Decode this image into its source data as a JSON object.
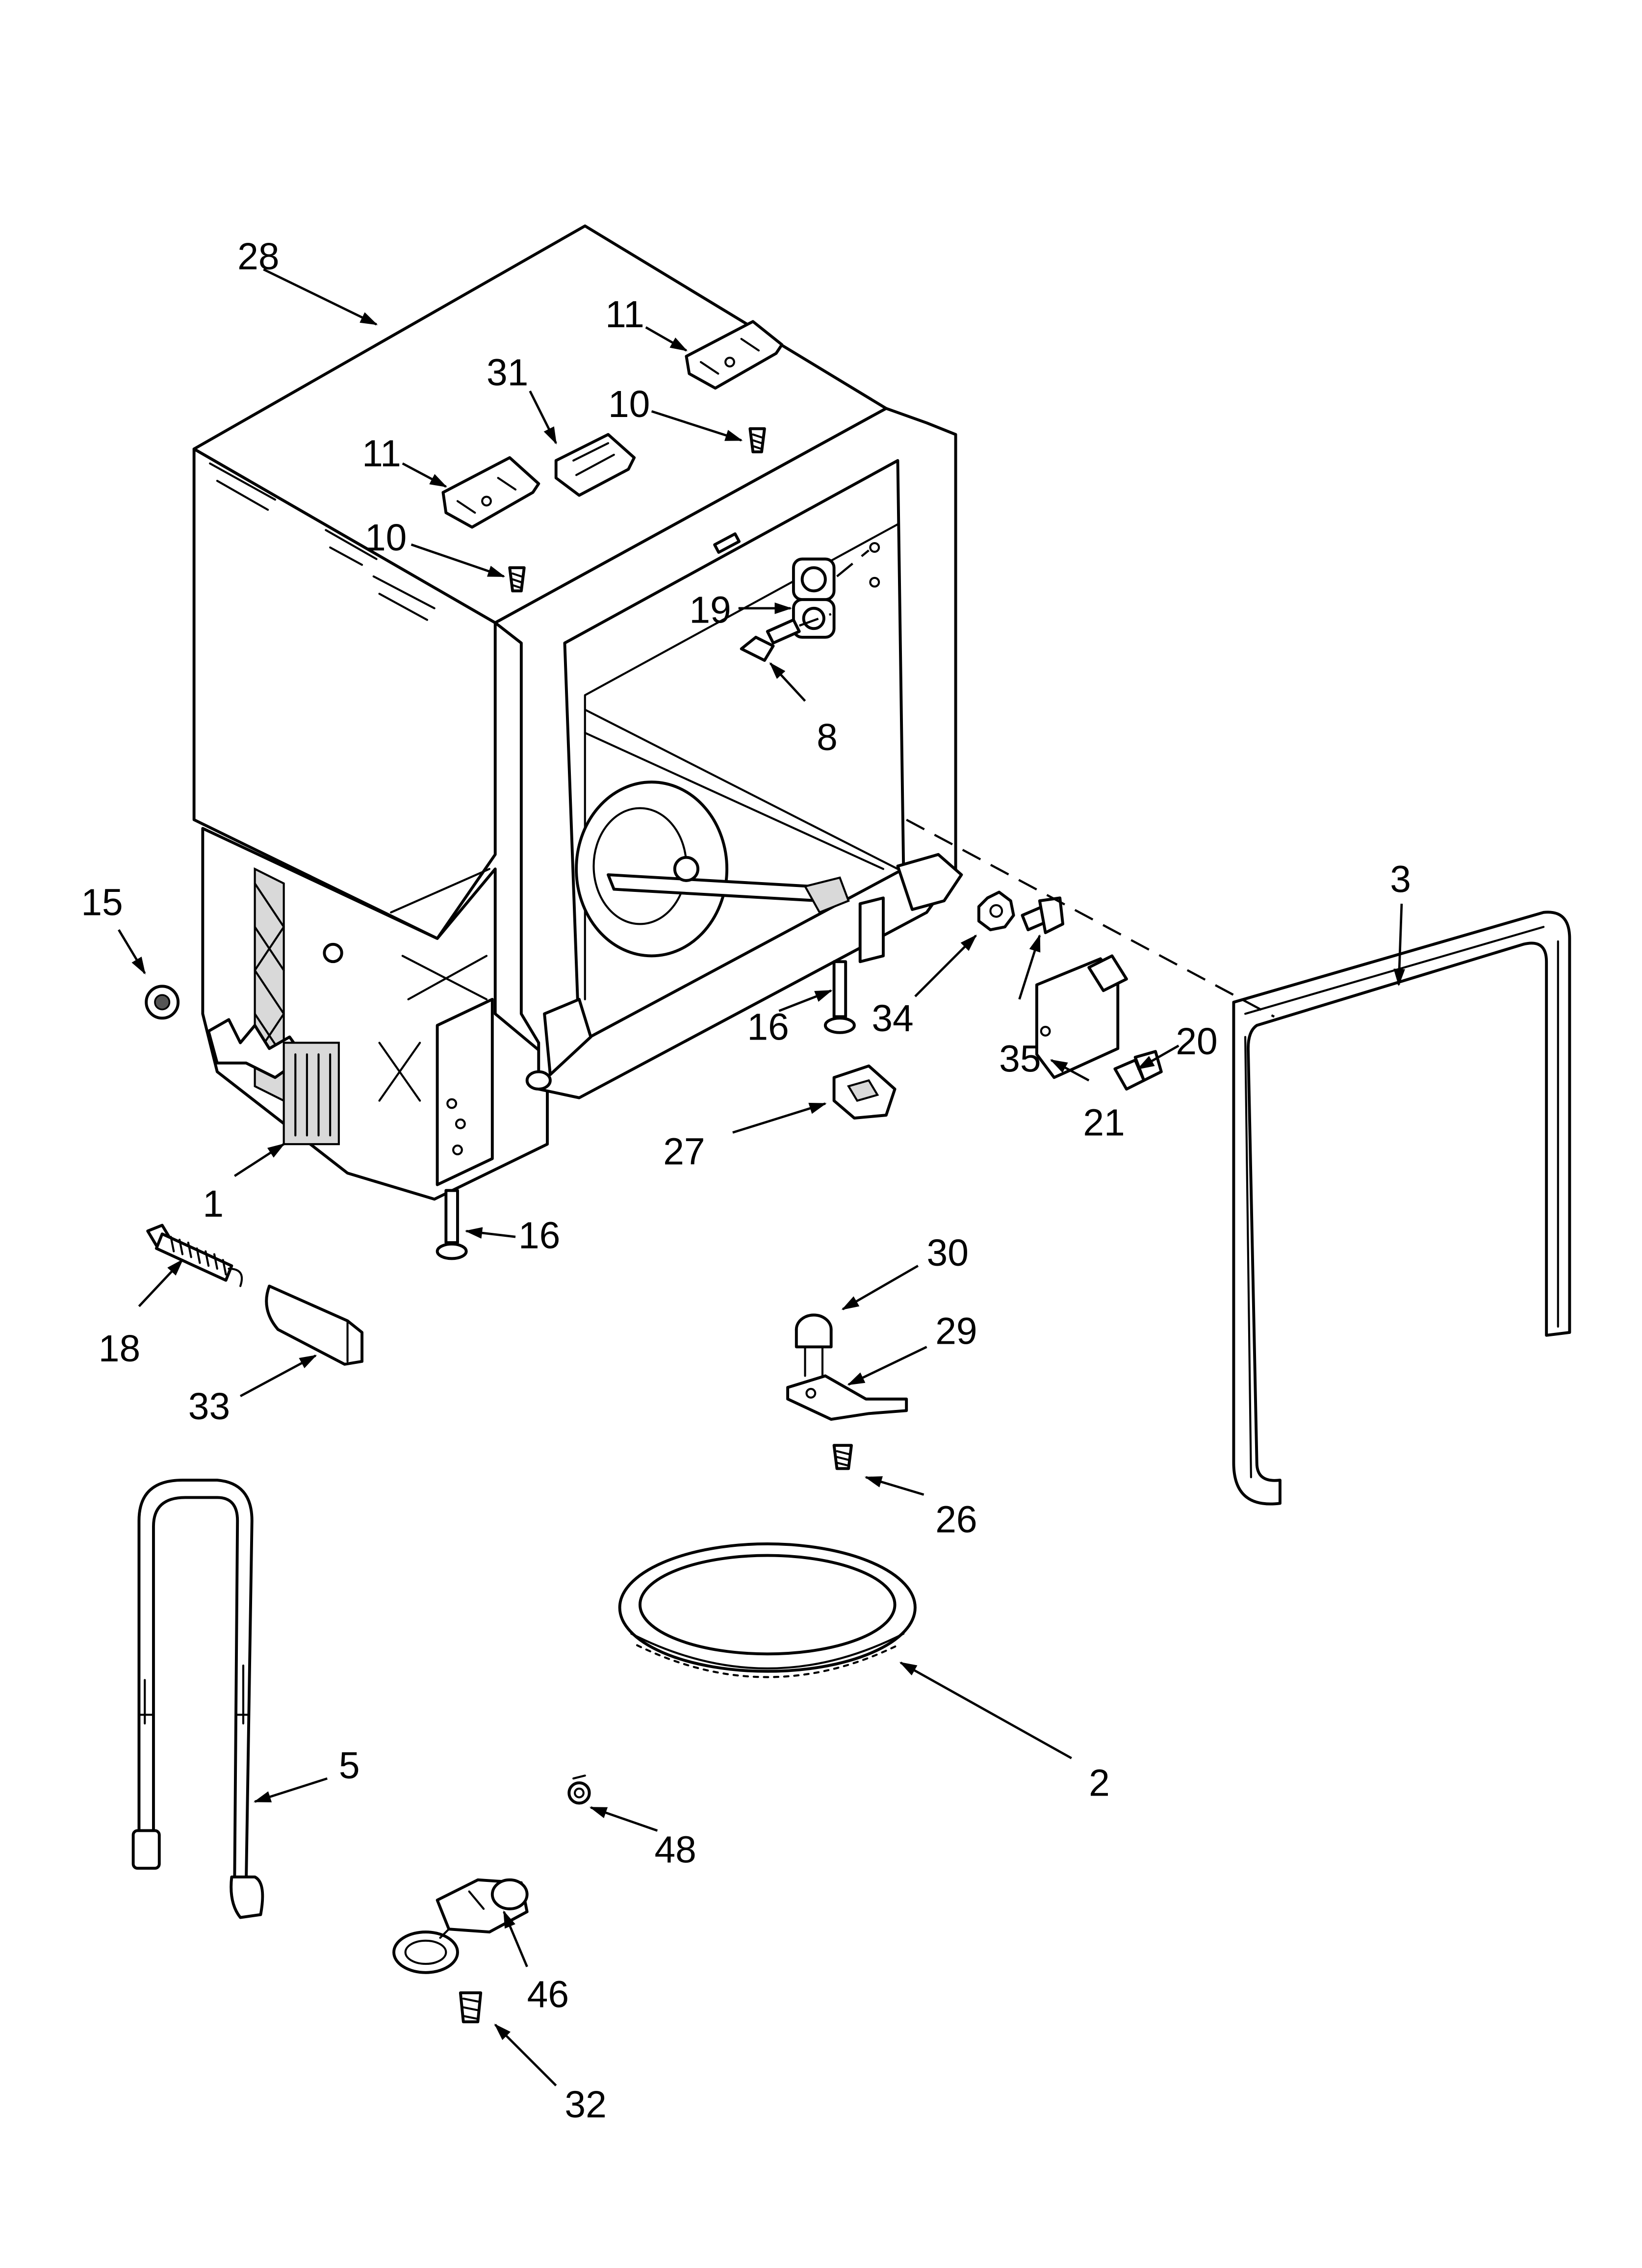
{
  "diagram": {
    "callouts": [
      {
        "key": "c28",
        "text": "28"
      },
      {
        "key": "c11a",
        "text": "11"
      },
      {
        "key": "c31",
        "text": "31"
      },
      {
        "key": "c10a",
        "text": "10"
      },
      {
        "key": "c11b",
        "text": "11"
      },
      {
        "key": "c10b",
        "text": "10"
      },
      {
        "key": "c19",
        "text": "19"
      },
      {
        "key": "c8",
        "text": "8"
      },
      {
        "key": "c15",
        "text": "15"
      },
      {
        "key": "c3",
        "text": "3"
      },
      {
        "key": "c34",
        "text": "34"
      },
      {
        "key": "c16a",
        "text": "16"
      },
      {
        "key": "c20",
        "text": "20"
      },
      {
        "key": "c35",
        "text": "35"
      },
      {
        "key": "c21",
        "text": "21"
      },
      {
        "key": "c1",
        "text": "1"
      },
      {
        "key": "c27",
        "text": "27"
      },
      {
        "key": "c16b",
        "text": "16"
      },
      {
        "key": "c30",
        "text": "30"
      },
      {
        "key": "c18",
        "text": "18"
      },
      {
        "key": "c29",
        "text": "29"
      },
      {
        "key": "c33",
        "text": "33"
      },
      {
        "key": "c26",
        "text": "26"
      },
      {
        "key": "c5",
        "text": "5"
      },
      {
        "key": "c2",
        "text": "2"
      },
      {
        "key": "c48",
        "text": "48"
      },
      {
        "key": "c46",
        "text": "46"
      },
      {
        "key": "c32",
        "text": "32"
      }
    ]
  }
}
